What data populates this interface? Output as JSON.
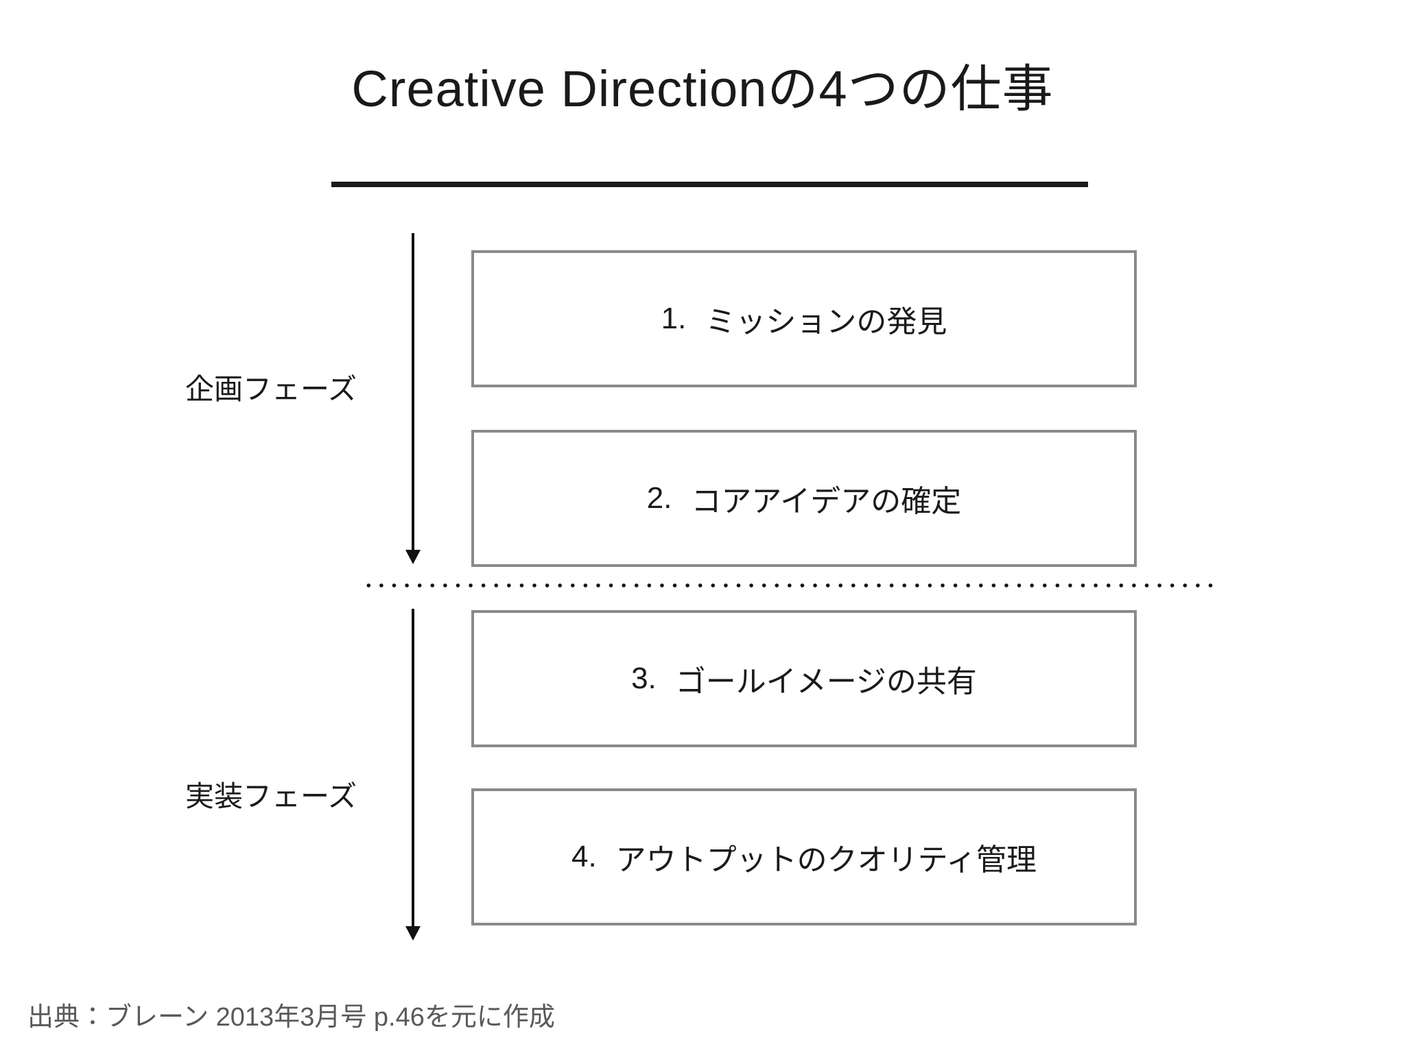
{
  "title": "Creative Directionの4つの仕事",
  "phases": [
    {
      "label": "企画フェーズ",
      "boxes": [
        {
          "number": "1.",
          "label": "ミッションの発見"
        },
        {
          "number": "2.",
          "label": "コアアイデアの確定"
        }
      ]
    },
    {
      "label": "実装フェーズ",
      "boxes": [
        {
          "number": "3.",
          "label": "ゴールイメージの共有"
        },
        {
          "number": "4.",
          "label": "アウトプットのクオリティ管理"
        }
      ]
    }
  ],
  "source": "出典：ブレーン 2013年3月号 p.46を元に作成",
  "colors": {
    "text": "#1a1a1a",
    "box_border": "#8a8a8a",
    "arrow": "#111111",
    "dotted": "#111111",
    "source_text": "#595959"
  }
}
